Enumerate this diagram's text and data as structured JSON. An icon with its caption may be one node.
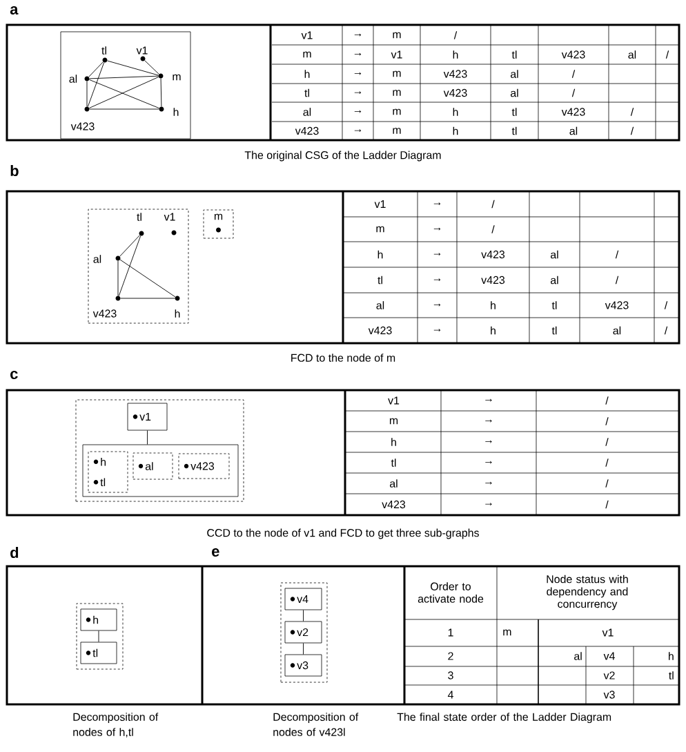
{
  "diagram": {
    "nodes": [
      {
        "text": [],
        "shape": "box"
      },
      {
        "text": [
          "tl"
        ],
        "in": 0
      },
      {
        "text": [
          "v1"
        ],
        "in": 0
      },
      {
        "text": [
          "al"
        ],
        "in": 0
      },
      {
        "text": [
          "m"
        ],
        "in": 0
      },
      {
        "text": [
          "v423"
        ],
        "in": 0
      },
      {
        "text": [
          "h"
        ],
        "in": 0
      },
      {
        "text": [],
        "shape": "box"
      },
      {
        "text": [
          "tl"
        ],
        "in": 7
      },
      {
        "text": [
          "v1"
        ],
        "in": 7
      },
      {
        "text": [
          "m"
        ]
      },
      {
        "text": [
          "al"
        ],
        "in": 7
      },
      {
        "text": [
          "v423"
        ],
        "in": 7
      },
      {
        "text": [
          "h"
        ],
        "in": 7
      },
      {
        "text": [],
        "shape": "box"
      },
      {
        "text": [
          "v1"
        ],
        "in": 14
      },
      {
        "text": [],
        "shape": "box",
        "in": 14
      },
      {
        "text": [
          "h",
          "tl"
        ],
        "in": 16
      },
      {
        "text": [
          "al"
        ],
        "in": 16
      },
      {
        "text": [
          "v423"
        ],
        "in": 16
      },
      {
        "text": [],
        "shape": "box"
      },
      {
        "text": [
          "h"
        ],
        "in": 20
      },
      {
        "text": [
          "tl"
        ],
        "in": 20
      },
      {
        "text": [],
        "shape": "box"
      },
      {
        "text": [
          "v4"
        ],
        "in": 23
      },
      {
        "text": [
          "v2"
        ],
        "in": 23
      },
      {
        "text": [
          "v3"
        ],
        "in": 23
      }
    ],
    "edges": [
      {
        "from": 1,
        "to": 4,
        "arrow": "none"
      },
      {
        "from": 2,
        "to": 4,
        "arrow": "none"
      },
      {
        "from": 1,
        "to": 3,
        "arrow": "none"
      },
      {
        "from": 1,
        "to": 5,
        "arrow": "none"
      },
      {
        "from": 3,
        "to": 4,
        "arrow": "none"
      },
      {
        "from": 3,
        "to": 5,
        "arrow": "none"
      },
      {
        "from": 3,
        "to": 6,
        "arrow": "none"
      },
      {
        "from": 5,
        "to": 4,
        "arrow": "none"
      },
      {
        "from": 5,
        "to": 6,
        "arrow": "none"
      },
      {
        "from": 4,
        "to": 6,
        "arrow": "none"
      },
      {
        "from": 8,
        "to": 11,
        "arrow": "none"
      },
      {
        "from": 8,
        "to": 12,
        "arrow": "none"
      },
      {
        "from": 11,
        "to": 12,
        "arrow": "none"
      },
      {
        "from": 11,
        "to": 13,
        "arrow": "none"
      },
      {
        "from": 12,
        "to": 13,
        "arrow": "none"
      },
      {
        "from": 15,
        "to": 16,
        "arrow": "none"
      },
      {
        "from": 21,
        "to": 22,
        "arrow": "none"
      },
      {
        "from": 24,
        "to": 25,
        "arrow": "none"
      },
      {
        "from": 25,
        "to": 26,
        "arrow": "none"
      }
    ],
    "labels": [
      "a",
      "v1",
      "→",
      "m",
      "/",
      "m",
      "→",
      "v1",
      "h",
      "tl",
      "v423",
      "al",
      "/",
      "h",
      "→",
      "m",
      "v423",
      "al",
      "/",
      "tl",
      "→",
      "m",
      "v423",
      "al",
      "/",
      "al",
      "→",
      "m",
      "h",
      "tl",
      "v423",
      "/",
      "v423",
      "→",
      "m",
      "h",
      "tl",
      "al",
      "/",
      "The original CSG of the Ladder Diagram",
      "b",
      "v1",
      "→",
      "/",
      "m",
      "→",
      "/",
      "h",
      "→",
      "v423",
      "al",
      "/",
      "tl",
      "→",
      "v423",
      "al",
      "/",
      "al",
      "→",
      "h",
      "tl",
      "v423",
      "/",
      "v423",
      "→",
      "h",
      "tl",
      "al",
      "/",
      "FCD to the node of m",
      "c",
      "v1",
      "→",
      "/",
      "m",
      "→",
      "/",
      "h",
      "→",
      "/",
      "tl",
      "→",
      "/",
      "al",
      "→",
      "/",
      "v423",
      "→",
      "/",
      "CCD to the node of v1 and FCD to get three sub-graphs",
      "d",
      "e",
      "Order to activate node",
      "Node status with dependency and concurrency",
      "1",
      "m",
      "v1",
      "2",
      "al",
      "v4",
      "h",
      "3",
      "v2",
      "tl",
      "4",
      "v3",
      "Decomposition of nodes of h,tl",
      "Decomposition of nodes of v423l",
      "The final state order of the Ladder Diagram"
    ]
  }
}
